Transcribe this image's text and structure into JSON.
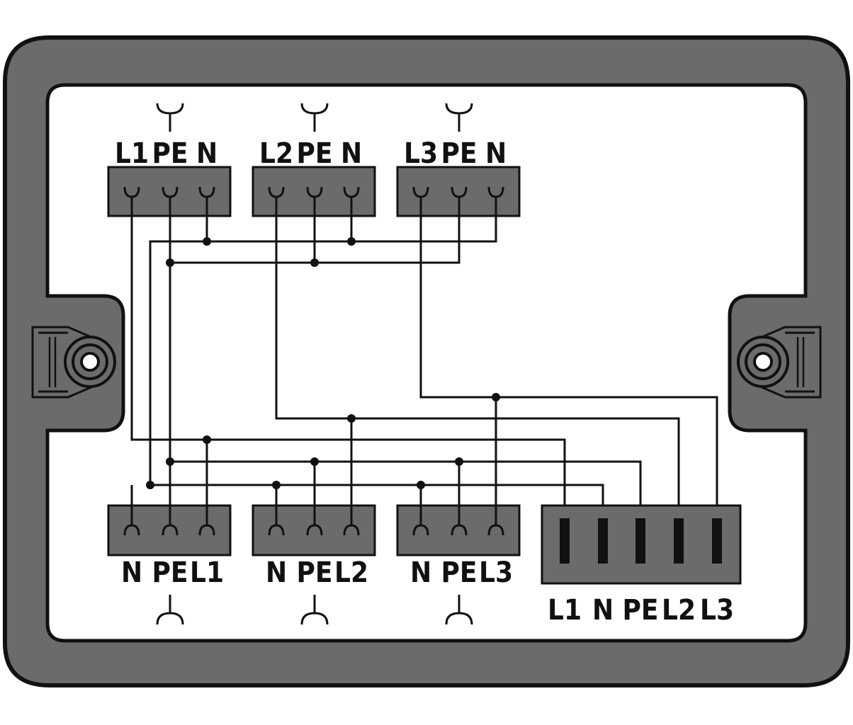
{
  "colors": {
    "housing": "#6b6b6d",
    "outline": "#111111",
    "inner": "#ffffff",
    "wire": "#111111"
  },
  "top_connectors": [
    {
      "id": "t1",
      "labels": [
        "L1",
        "PE",
        "N"
      ]
    },
    {
      "id": "t2",
      "labels": [
        "L2",
        "PE",
        "N"
      ]
    },
    {
      "id": "t3",
      "labels": [
        "L3",
        "PE",
        "N"
      ]
    }
  ],
  "bottom_connectors": [
    {
      "id": "b1",
      "labels": [
        "N",
        "PE",
        "L1"
      ]
    },
    {
      "id": "b2",
      "labels": [
        "N",
        "PE",
        "L2"
      ]
    },
    {
      "id": "b3",
      "labels": [
        "N",
        "PE",
        "L3"
      ]
    }
  ],
  "main_connector": {
    "id": "main",
    "labels": [
      "L1",
      "N",
      "PE",
      "L2",
      "L3"
    ]
  },
  "icons": {
    "top_symbol": "socket-symbol-icon",
    "bottom_symbol": "plug-symbol-icon",
    "mount": "mounting-hole-icon"
  }
}
